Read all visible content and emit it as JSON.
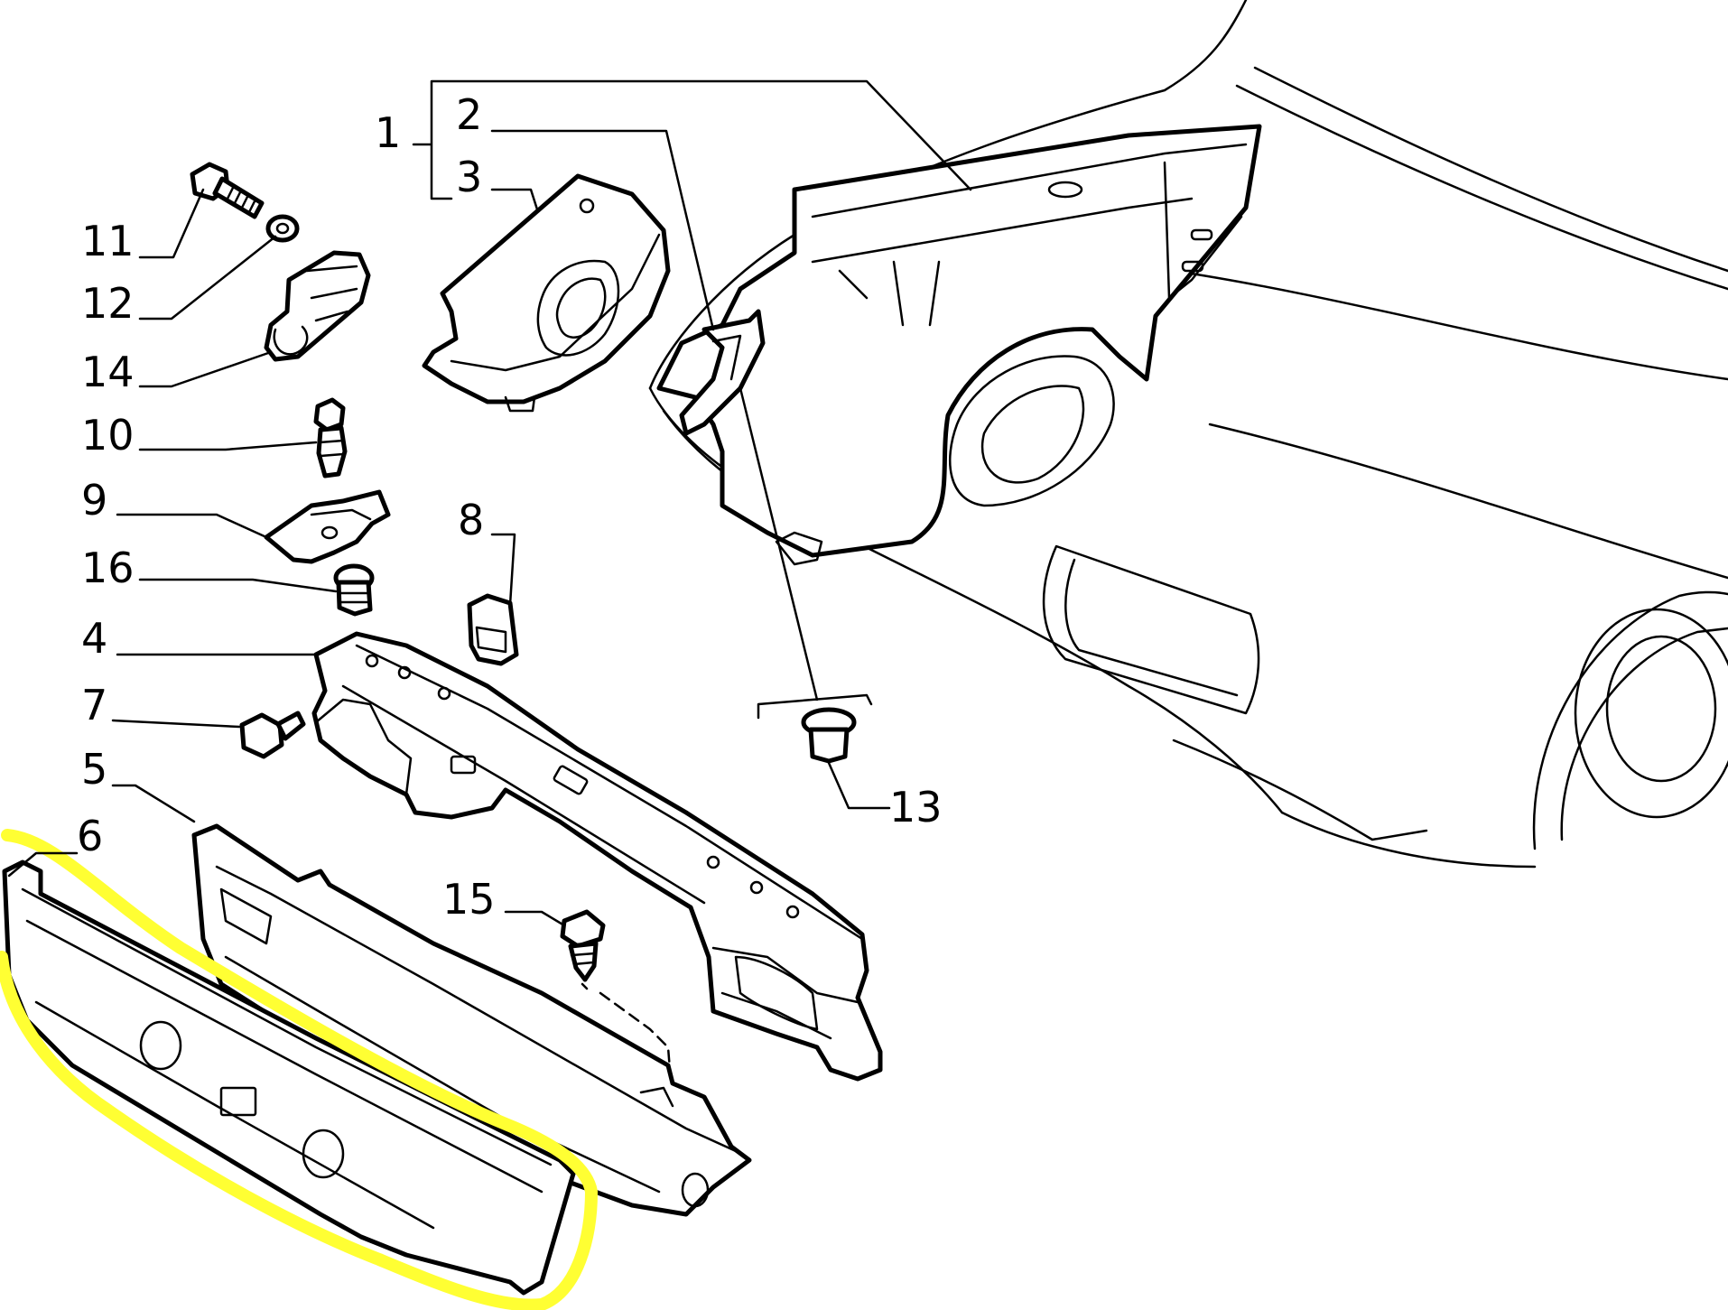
{
  "callouts": {
    "c1": "1",
    "c2": "2",
    "c3": "3",
    "c4": "4",
    "c5": "5",
    "c6": "6",
    "c7": "7",
    "c8": "8",
    "c9": "9",
    "c10": "10",
    "c11": "11",
    "c12": "12",
    "c13": "13",
    "c14": "14",
    "c15": "15",
    "c16": "16"
  },
  "colors": {
    "line": "#000000",
    "background": "#ffffff",
    "highlight": "#ffff33"
  }
}
